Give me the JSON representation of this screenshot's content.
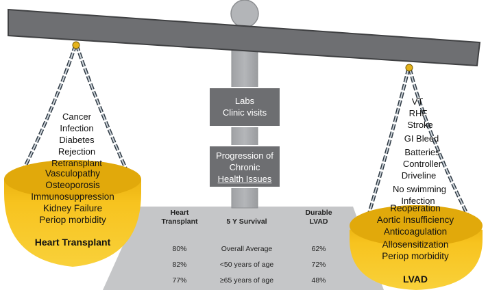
{
  "center_boxes": {
    "box1": [
      "Labs",
      "Clinic visits"
    ],
    "box2": [
      "Progression of",
      "Chronic",
      "Health Issues"
    ]
  },
  "left_pan": {
    "title": "Heart Transplant",
    "above_items": [
      "Cancer",
      "Infection",
      "Diabetes",
      "Rejection",
      "Retransplant"
    ],
    "in_pan_items": [
      "Vasculopathy",
      "Osteoporosis",
      "Immunosuppression",
      "Kidney Failure",
      "Periop morbidity"
    ]
  },
  "right_pan": {
    "title": "LVAD",
    "above_items": [
      "VT",
      "RHF",
      "Stroke",
      "GI Bleed",
      "Batteries",
      "Controller",
      "Driveline",
      "No swimming",
      "Infection"
    ],
    "in_pan_items": [
      "Reoperation",
      "Aortic Insufficiency",
      "Anticoagulation",
      "Allosensitization",
      "Periop morbidity"
    ]
  },
  "survival_table": {
    "headers": {
      "left": [
        "Heart",
        "Transplant"
      ],
      "middle": "5 Y Survival",
      "right": [
        "Durable",
        "LVAD"
      ]
    },
    "rows": [
      {
        "transplant": "80%",
        "label": "Overall Average",
        "lvad": "62%"
      },
      {
        "transplant": "82%",
        "label": "<50 years of age",
        "lvad": "72%"
      },
      {
        "transplant": "77%",
        "label": "≥65 years of age",
        "lvad": "48%"
      }
    ]
  },
  "colors": {
    "beam": "#6d6e71",
    "pillar": "#a7a9ac",
    "base": "#c7c8ca",
    "pan": "#f7c21b",
    "pan_inner": "#d9a50a",
    "box": "#6d6e71"
  }
}
